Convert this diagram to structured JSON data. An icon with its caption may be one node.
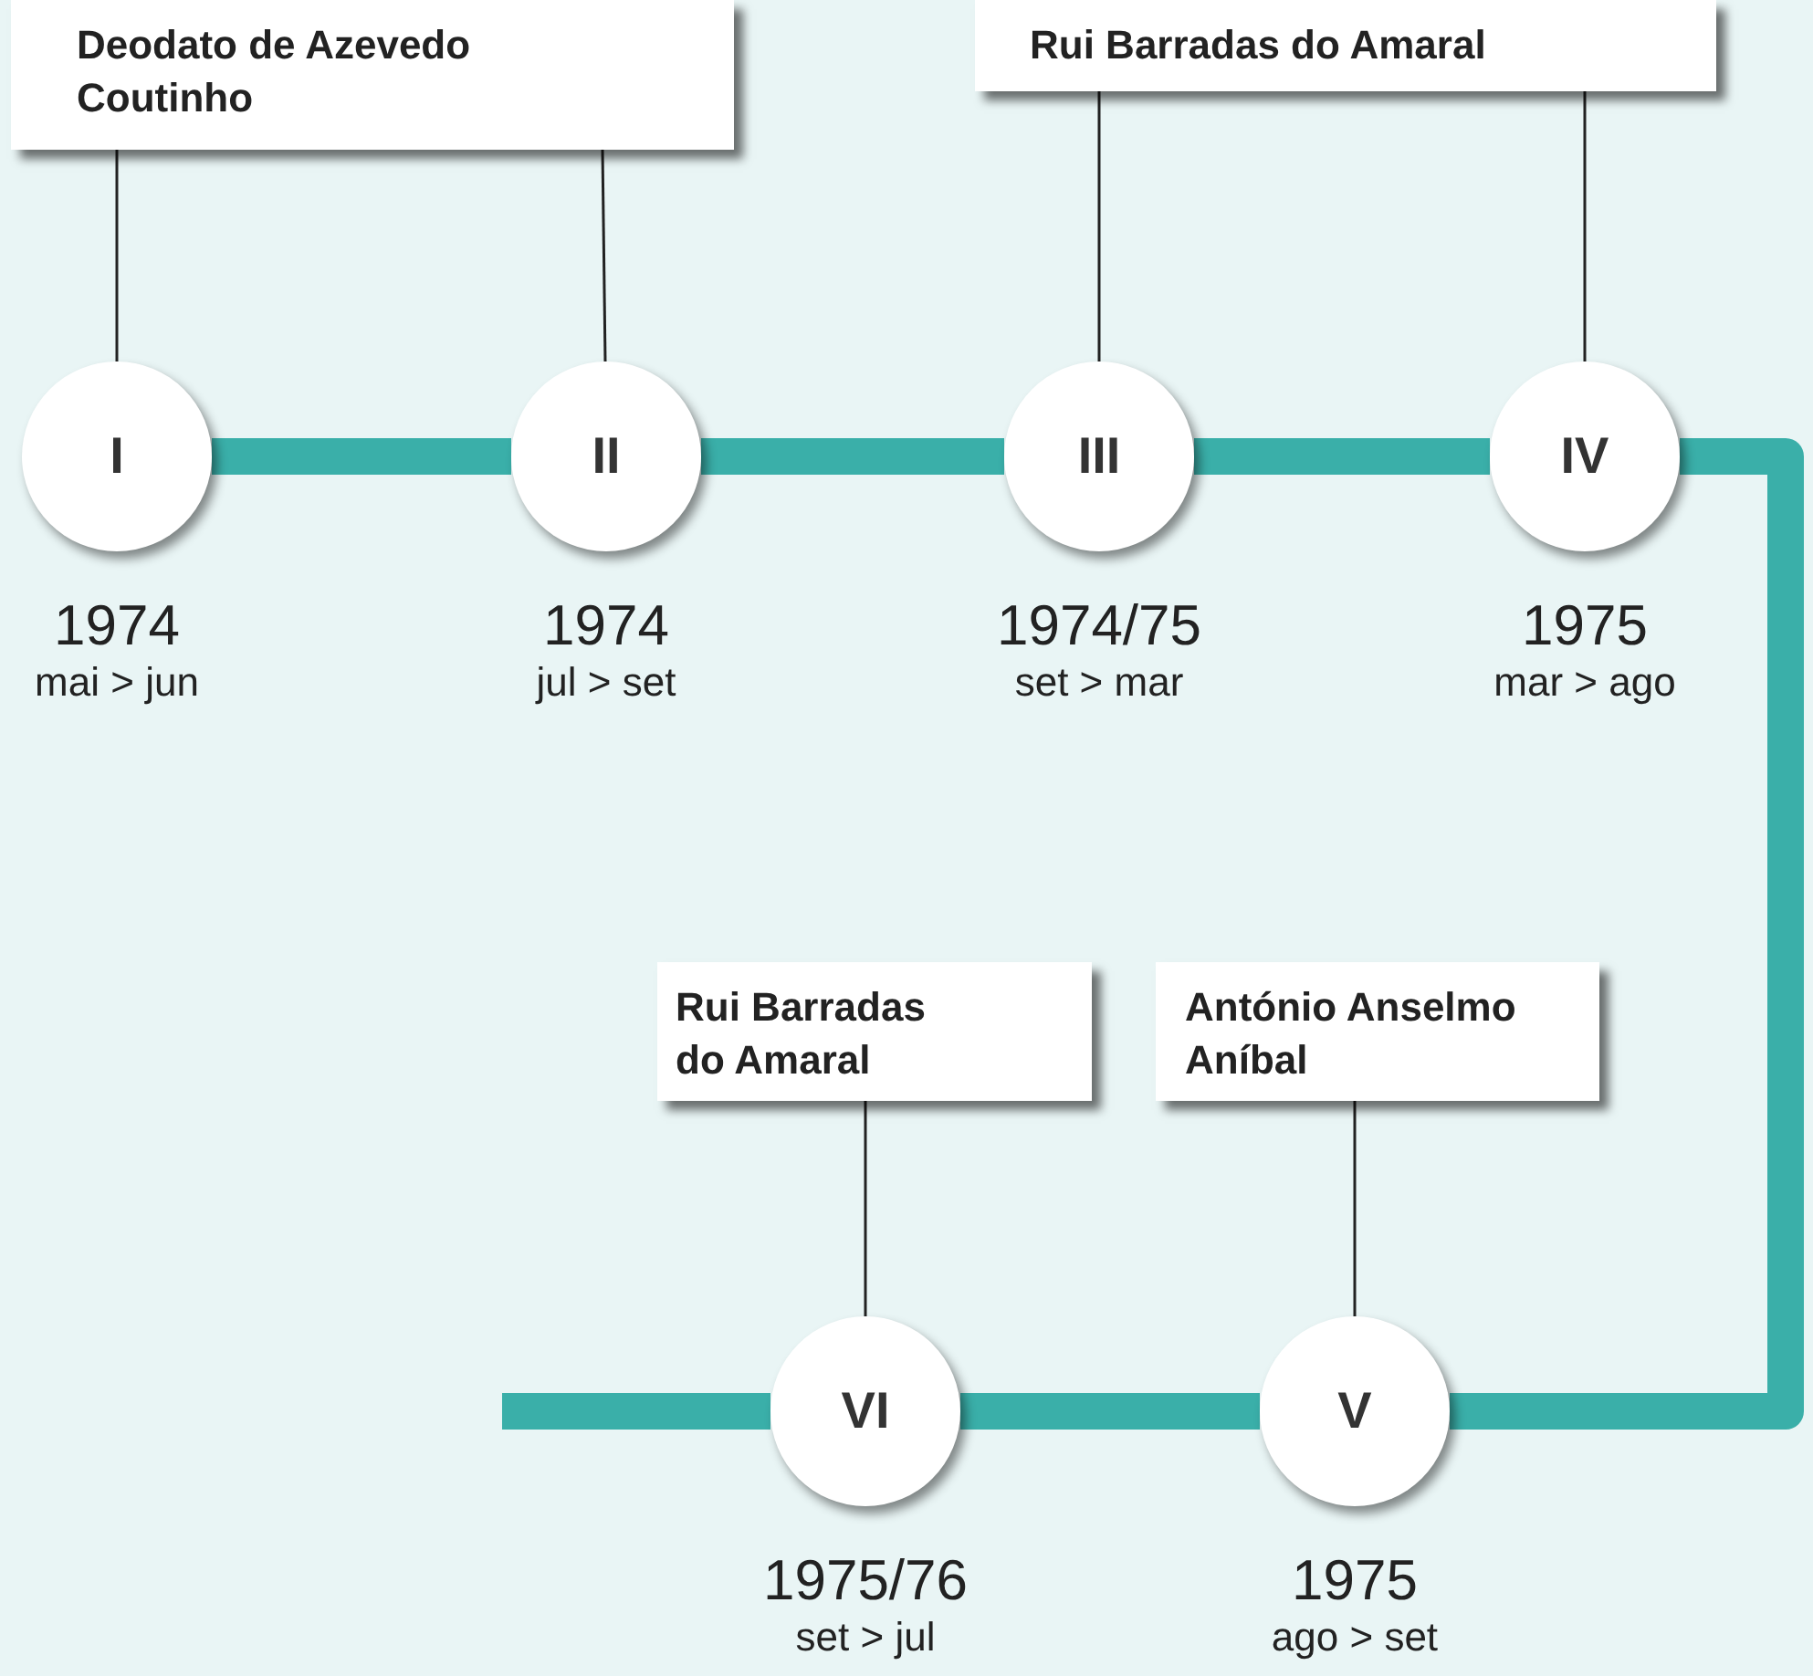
{
  "diagram": {
    "nodes": [
      {
        "text": [
          "Deodato de Azevedo Coutinho"
        ]
      },
      {
        "text": [
          "Rui Barradas do Amaral"
        ]
      },
      {
        "text": [
          "I"
        ],
        "beside": [
          "1974",
          "mai > jun"
        ]
      },
      {
        "text": [
          "II"
        ],
        "beside": [
          "1974",
          "jul > set"
        ]
      },
      {
        "text": [
          "III"
        ],
        "beside": [
          "1974/75",
          "set > mar"
        ]
      },
      {
        "text": [
          "IV"
        ],
        "beside": [
          "1975",
          "mar > ago"
        ]
      },
      {
        "text": [
          "Rui Barradas do Amaral"
        ]
      },
      {
        "text": [
          "António Anselmo Aníbal"
        ]
      },
      {
        "text": [
          "VI"
        ],
        "beside": [
          "1975/76",
          "set > jul"
        ]
      },
      {
        "text": [
          "V"
        ],
        "beside": [
          "1975",
          "ago > set"
        ]
      }
    ],
    "edges": [
      {
        "from": 0,
        "to": 2,
        "arrow": "none"
      },
      {
        "from": 0,
        "to": 3,
        "arrow": "none"
      },
      {
        "from": 1,
        "to": 4,
        "arrow": "none"
      },
      {
        "from": 1,
        "to": 5,
        "arrow": "none"
      },
      {
        "from": 6,
        "to": 8,
        "arrow": "none"
      },
      {
        "from": 7,
        "to": 9,
        "arrow": "none"
      },
      {
        "from": 2,
        "to": 3,
        "arrow": "none",
        "style": "thick",
        "color": "#3aafa9"
      },
      {
        "from": 3,
        "to": 4,
        "arrow": "none",
        "style": "thick",
        "color": "#3aafa9"
      },
      {
        "from": 4,
        "to": 5,
        "arrow": "none",
        "style": "thick",
        "color": "#3aafa9"
      },
      {
        "from": 5,
        "to": 9,
        "arrow": "none",
        "style": "thick",
        "color": "#3aafa9"
      },
      {
        "from": 9,
        "to": 8,
        "arrow": "none",
        "style": "thick",
        "color": "#3aafa9"
      },
      {
        "from": 8,
        "to": null,
        "arrow": "none",
        "style": "thick",
        "color": "#3aafa9"
      }
    ]
  }
}
